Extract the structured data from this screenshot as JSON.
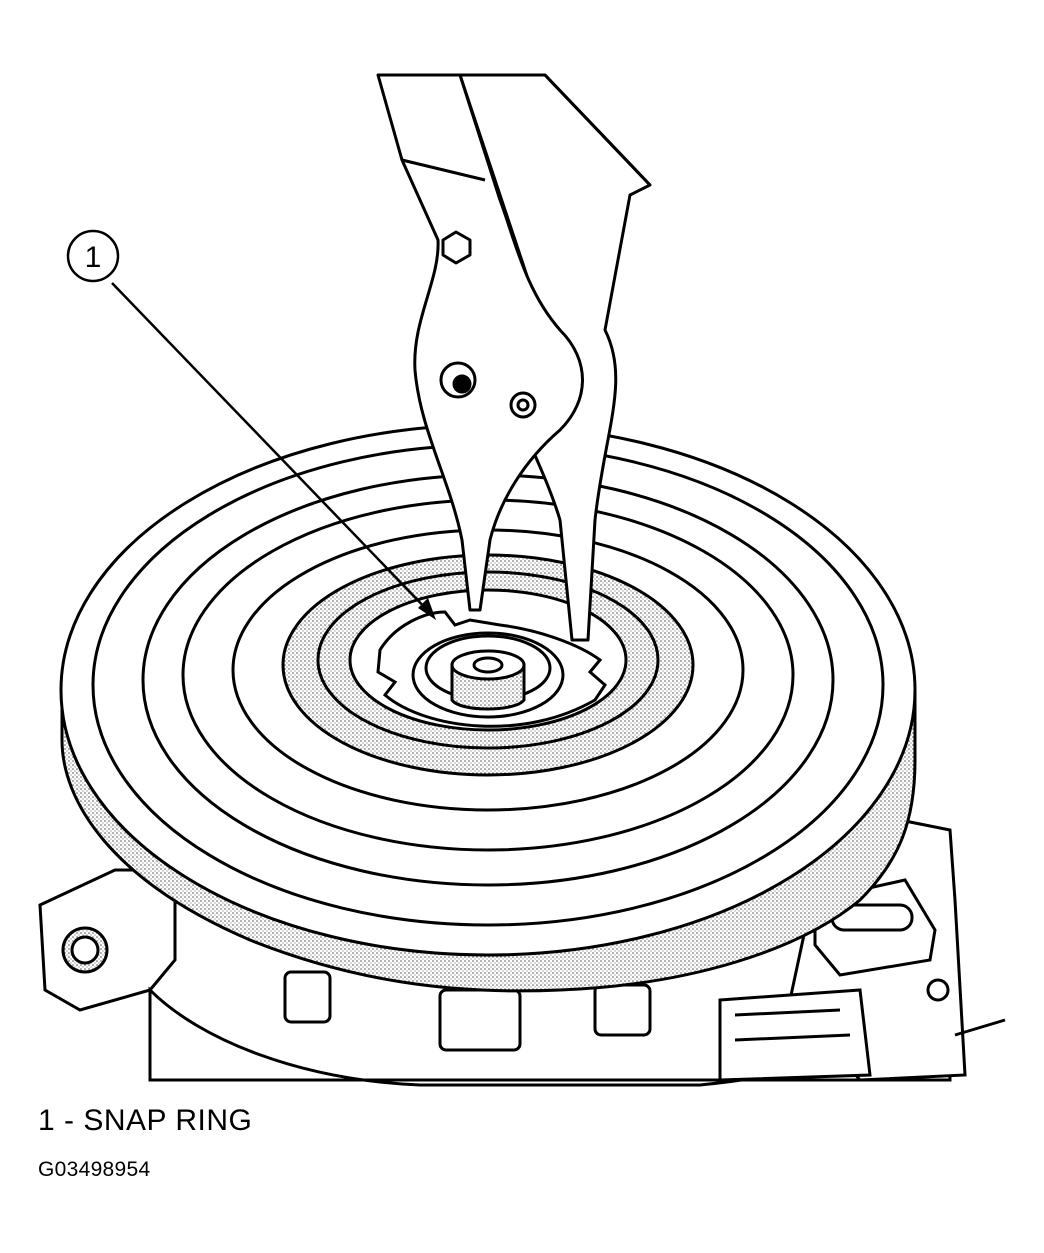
{
  "callouts": [
    {
      "number": "1"
    }
  ],
  "legend": [
    {
      "number": "1",
      "separator": "-",
      "label": "SNAP RING"
    }
  ],
  "figure_id": "G03498954",
  "colors": {
    "line": "#000000",
    "shade": "#c8c8c8",
    "background": "#ffffff"
  },
  "icons": [
    "snap-ring-pliers",
    "compressor-clutch-pulley",
    "snap-ring",
    "shaft-nut"
  ]
}
